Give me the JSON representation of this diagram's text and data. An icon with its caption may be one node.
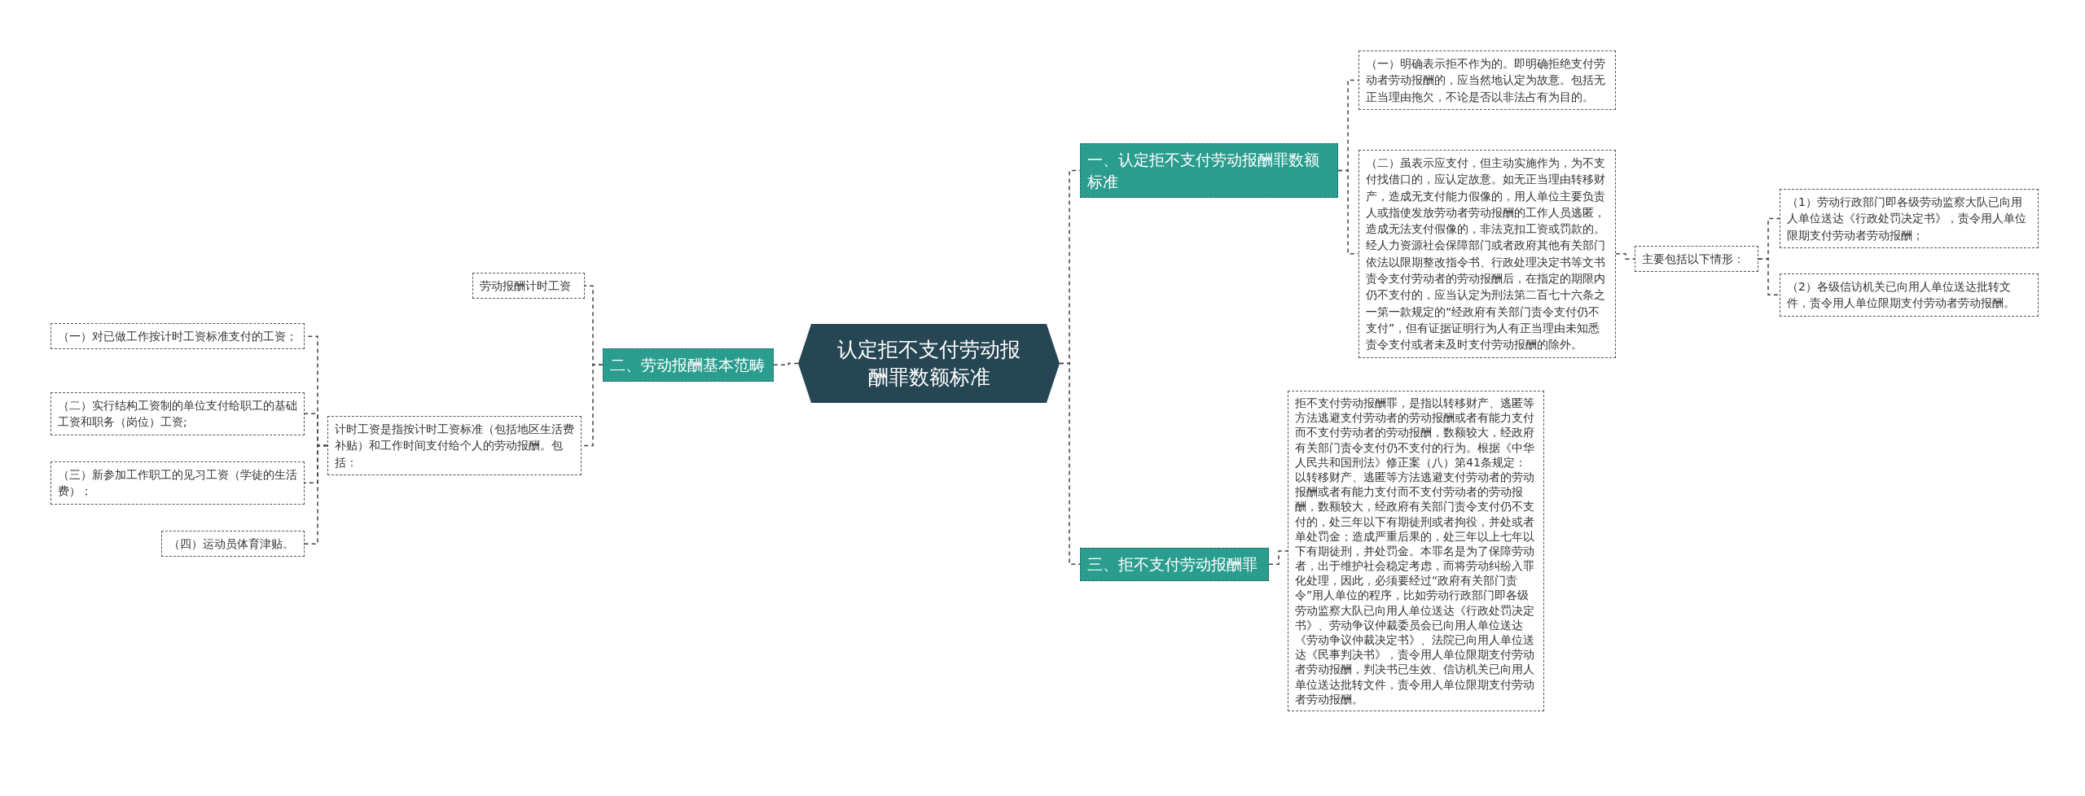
{
  "diagram": {
    "nodes": [
      {
        "text": [
          "认定拒不支付劳动报酬罪数额标准"
        ]
      },
      {
        "text": [
          "一、认定拒不支付劳动报酬罪数额标准"
        ]
      },
      {
        "text": [
          "（一）明确表示拒不作为的。即明确拒绝支付劳动者劳动报酬的，应当然地认定为故意。包括无正当理由拖欠，不论是否以非法占有为目的。"
        ]
      },
      {
        "text": [
          "（二）虽表示应支付，但主动实施作为，为不支付找借口的，应认定故意。如无正当理由转移财产，造成无支付能力假像的，用人单位主要负责人或指使发放劳动者劳动报酬的工作人员逃匿，造成无法支付假像的，非法克扣工资或罚款的。经人力资源社会保障部门或者政府其他有关部门依法以限期整改指令书、行政处理决定书等文书责令支付劳动者的劳动报酬后，在指定的期限内仍不支付的，应当认定为刑法第二百七十六条之一第一款规定的“经政府有关部门责令支付仍不支付”，但有证据证明行为人有正当理由未知悉责令支付或者未及时支付劳动报酬的除外。"
        ]
      },
      {
        "text": [
          "主要包括以下情形："
        ]
      },
      {
        "text": [
          "（1）劳动行政部门即各级劳动监察大队已向用人单位送达《行政处罚决定书》，责令用人单位限期支付劳动者劳动报酬；"
        ]
      },
      {
        "text": [
          "（2）各级信访机关已向用人单位送达批转文件，责令用人单位限期支付劳动者劳动报酬。"
        ]
      },
      {
        "text": [
          "二、劳动报酬基本范畴"
        ]
      },
      {
        "text": [
          "劳动报酬计时工资"
        ]
      },
      {
        "text": [
          "计时工资是指按计时工资标准（包括地区生活费补贴）和工作时间支付给个人的劳动报酬。包括："
        ]
      },
      {
        "text": [
          "（一）对已做工作按计时工资标准支付的工资；"
        ]
      },
      {
        "text": [
          "（二）实行结构工资制的单位支付给职工的基础工资和职务（岗位）工资;"
        ]
      },
      {
        "text": [
          "（三）新参加工作职工的见习工资（学徒的生活费）；"
        ]
      },
      {
        "text": [
          "（四）运动员体育津贴。"
        ]
      },
      {
        "text": [
          "三、拒不支付劳动报酬罪"
        ]
      },
      {
        "text": [
          "拒不支付劳动报酬罪，是指以转移财产、逃匿等方法逃避支付劳动者的劳动报酬或者有能力支付而不支付劳动者的劳动报酬，数额较大，经政府有关部门责令支付仍不支付的行为。根据《中华人民共和国刑法》修正案（八）第41条规定：以转移财产、逃匿等方法逃避支付劳动者的劳动报酬或者有能力支付而不支付劳动者的劳动报酬，数额较大，经政府有关部门责令支付仍不支付的，处三年以下有期徒刑或者拘役，并处或者单处罚金；造成严重后果的，处三年以上七年以下有期徒刑，并处罚金。本罪名是为了保障劳动者，出于维护社会稳定考虑，而将劳动纠纷入罪化处理，因此，必须要经过“政府有关部门责令”用人单位的程序，比如劳动行政部门即各级劳动监察大队已向用人单位送达《行政处罚决定书》、劳动争议仲裁委员会已向用人单位送达《劳动争议仲裁决定书》、法院已向用人单位送达《民事判决书》，责令用人单位限期支付劳动者劳动报酬，判决书已生效、信访机关已向用人单位送达批转文件，责令用人单位限期支付劳动者劳动报酬。"
        ]
      }
    ],
    "edges": [
      {
        "from": 0,
        "to": 1,
        "arrow": "none"
      },
      {
        "from": 1,
        "to": 2,
        "arrow": "none"
      },
      {
        "from": 1,
        "to": 3,
        "arrow": "none"
      },
      {
        "from": 3,
        "to": 4,
        "arrow": "none"
      },
      {
        "from": 4,
        "to": 5,
        "arrow": "none"
      },
      {
        "from": 4,
        "to": 6,
        "arrow": "none"
      },
      {
        "from": 0,
        "to": 7,
        "arrow": "none"
      },
      {
        "from": 7,
        "to": 8,
        "arrow": "none"
      },
      {
        "from": 7,
        "to": 9,
        "arrow": "none"
      },
      {
        "from": 9,
        "to": 10,
        "arrow": "none"
      },
      {
        "from": 9,
        "to": 11,
        "arrow": "none"
      },
      {
        "from": 9,
        "to": 12,
        "arrow": "none"
      },
      {
        "from": 9,
        "to": 13,
        "arrow": "none"
      },
      {
        "from": 0,
        "to": 14,
        "arrow": "none"
      },
      {
        "from": 14,
        "to": 15,
        "arrow": "none"
      }
    ]
  }
}
